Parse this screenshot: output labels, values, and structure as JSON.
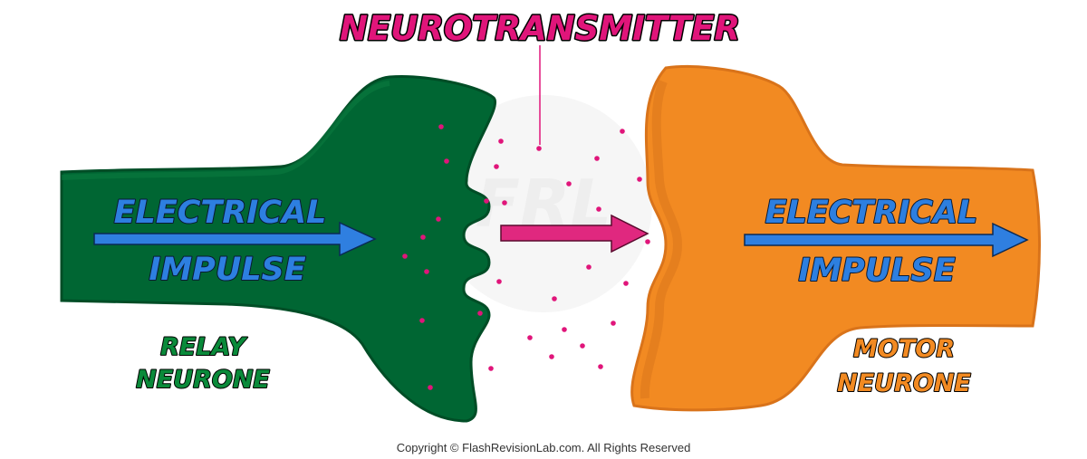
{
  "title": "NEUROTRANSMITTER",
  "left_neurone": {
    "label_line1": "RELAY",
    "label_line2": "NEURONE",
    "impulse_line1": "ELECTRICAL",
    "impulse_line2": "IMPULSE"
  },
  "right_neurone": {
    "label_line1": "MOTOR",
    "label_line2": "NEURONE",
    "impulse_line1": "ELECTRICAL",
    "impulse_line2": "IMPULSE"
  },
  "watermark": "FRL",
  "copyright": "Copyright © FlashRevisionLab.com. All Rights Reserved",
  "colors": {
    "relay": "#006633",
    "relay_edge": "#004d26",
    "motor": "#f28a22",
    "motor_edge": "#d9731a",
    "impulse_text": "#2d7fe0",
    "impulse_arrow": "#2f7fe0",
    "neurotransmitter": "#e0157a",
    "center_arrow": "#e0287f"
  },
  "icons": {
    "impulse_arrow": "arrow-right-icon",
    "transmission_arrow": "arrow-right-icon"
  }
}
